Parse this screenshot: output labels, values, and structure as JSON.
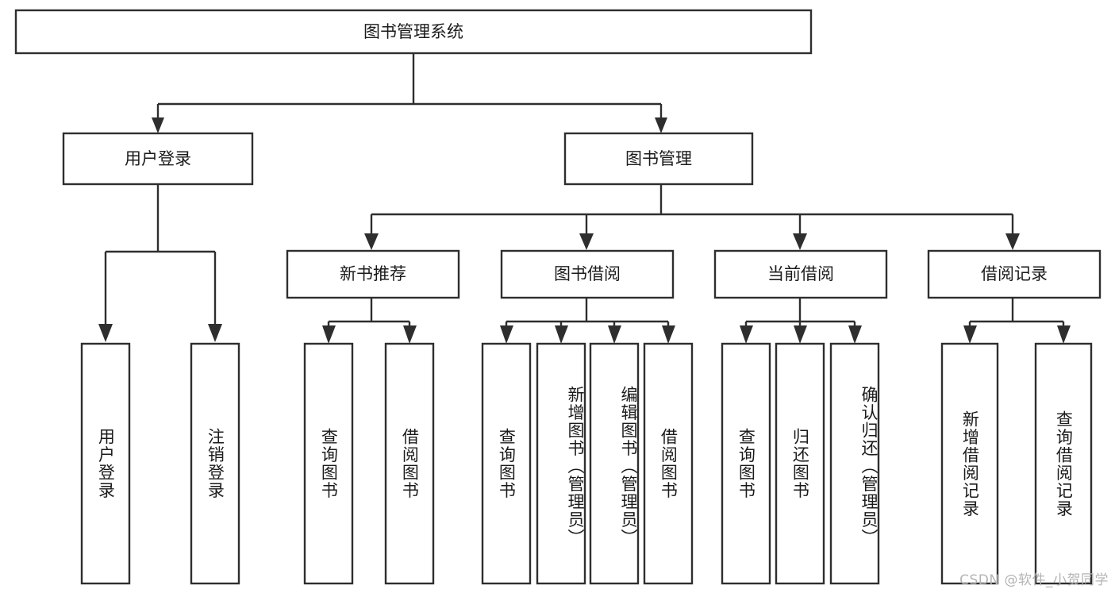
{
  "diagram": {
    "title_node": {
      "label": "图书管理系统"
    },
    "level2": [
      {
        "id": "user-login",
        "label": "用户登录"
      },
      {
        "id": "book-management",
        "label": "图书管理"
      }
    ],
    "level3": [
      {
        "id": "new-book-recommend",
        "label": "新书推荐"
      },
      {
        "id": "book-borrow",
        "label": "图书借阅"
      },
      {
        "id": "current-borrow",
        "label": "当前借阅"
      },
      {
        "id": "borrow-record",
        "label": "借阅记录"
      }
    ],
    "leaves": {
      "user_login": [
        {
          "id": "leaf-user-login",
          "label": "用户登录"
        },
        {
          "id": "leaf-logout-login",
          "label": "注销登录"
        }
      ],
      "new_book_recommend": [
        {
          "id": "leaf-query-book-1",
          "label": "查询图书"
        },
        {
          "id": "leaf-borrow-book-1",
          "label": "借阅图书"
        }
      ],
      "book_borrow": [
        {
          "id": "leaf-query-book-2",
          "label": "查询图书"
        },
        {
          "id": "leaf-add-book",
          "label": "新增图书（管理员）"
        },
        {
          "id": "leaf-edit-book",
          "label": "编辑图书（管理员）"
        },
        {
          "id": "leaf-borrow-book-2",
          "label": "借阅图书"
        }
      ],
      "current_borrow": [
        {
          "id": "leaf-query-book-3",
          "label": "查询图书"
        },
        {
          "id": "leaf-return-book",
          "label": "归还图书"
        },
        {
          "id": "leaf-confirm-return",
          "label": "确认归还（管理员）"
        }
      ],
      "borrow_record": [
        {
          "id": "leaf-add-borrow-record",
          "label": "新增借阅记录"
        },
        {
          "id": "leaf-query-borrow-record",
          "label": "查询借阅记录"
        }
      ]
    }
  },
  "watermark": {
    "text": "CSDN @软件_小贺同学"
  },
  "colors": {
    "stroke": "#2e2e2e",
    "box_fill": "#ffffff",
    "text": "#1b1b1b",
    "watermark": "#b4b4b4",
    "background": "#ffffff"
  }
}
